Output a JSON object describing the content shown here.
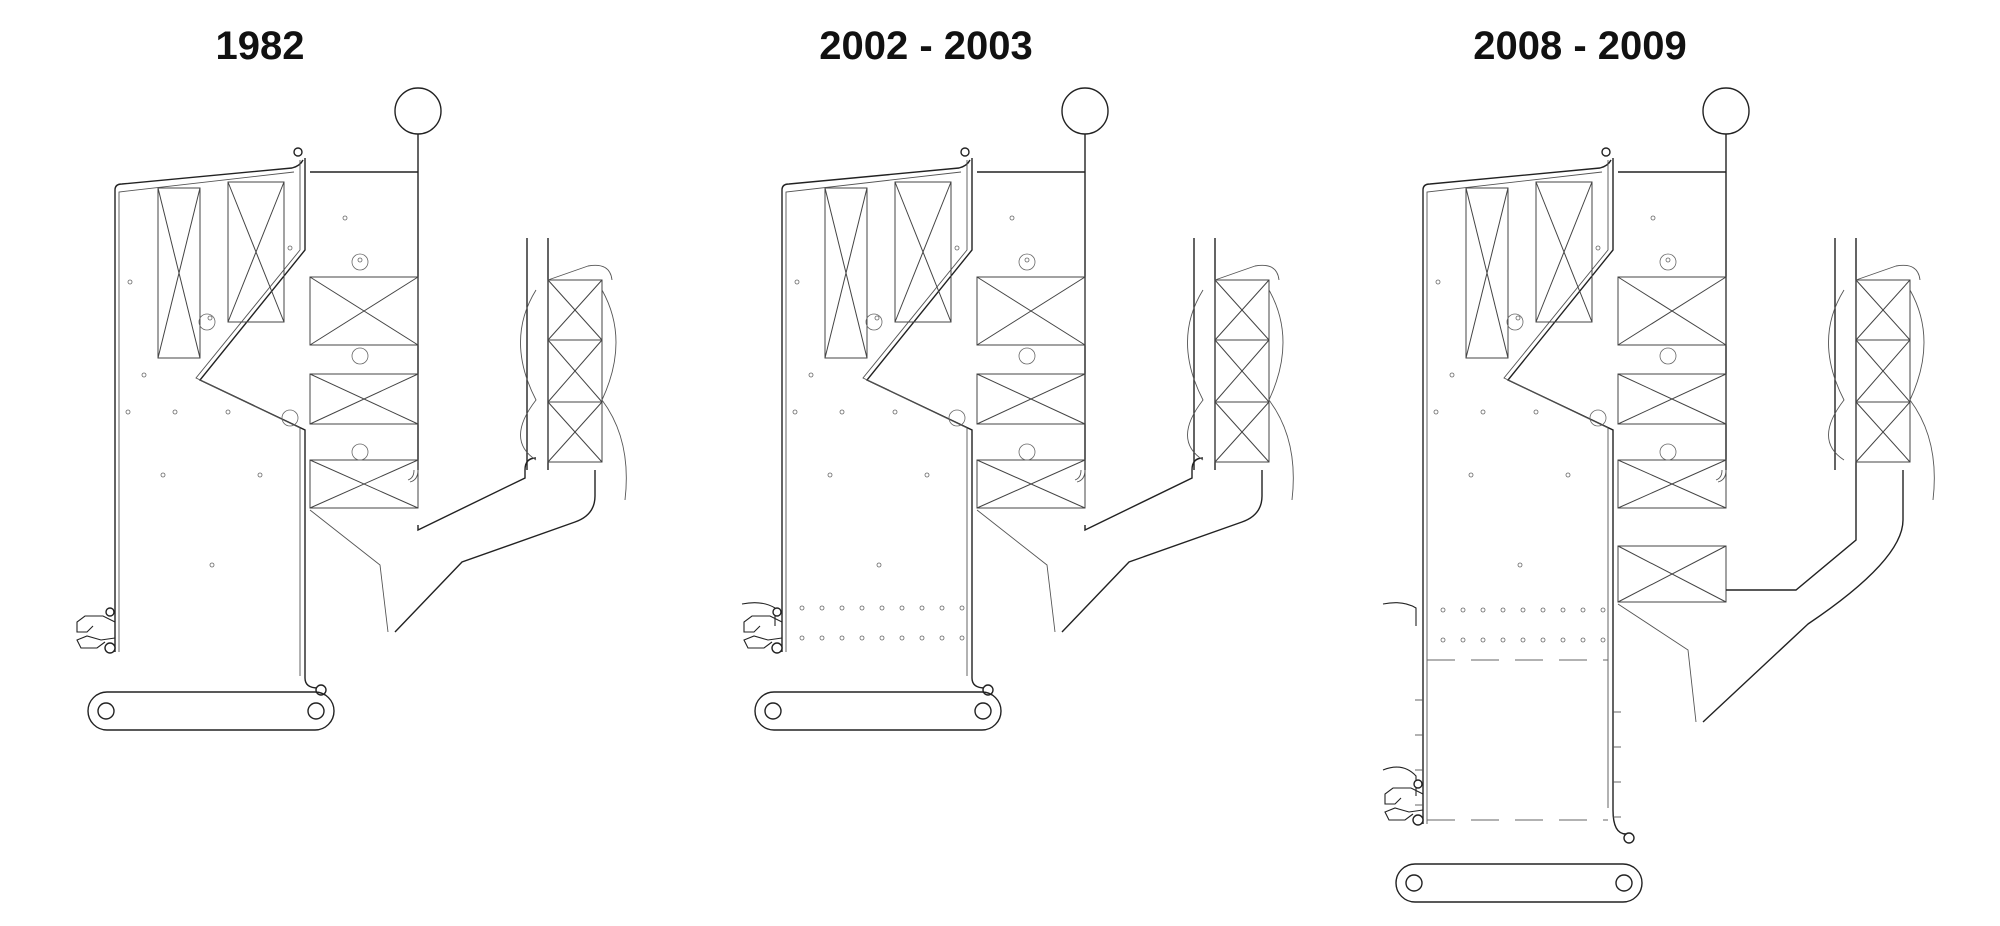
{
  "panels": [
    {
      "id": "1982",
      "title": "1982",
      "extended_furnace": false,
      "overfire_air_ports": false
    },
    {
      "id": "2002",
      "title": "2002 - 2003",
      "extended_furnace": false,
      "overfire_air_ports": true
    },
    {
      "id": "2008",
      "title": "2008 - 2009",
      "extended_furnace": true,
      "overfire_air_ports": true
    }
  ],
  "colors": {
    "line": "#222222",
    "title": "#111111",
    "background": "#ffffff"
  }
}
